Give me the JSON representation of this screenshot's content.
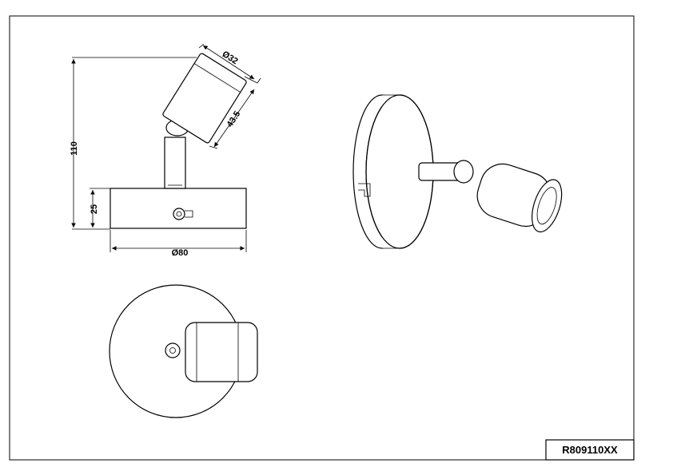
{
  "drawing": {
    "part_number": "R809110XX",
    "dimensions": {
      "head_diameter": "Ø32",
      "head_length": "43.5",
      "total_height": "110",
      "base_height": "25",
      "base_diameter": "Ø80"
    }
  }
}
